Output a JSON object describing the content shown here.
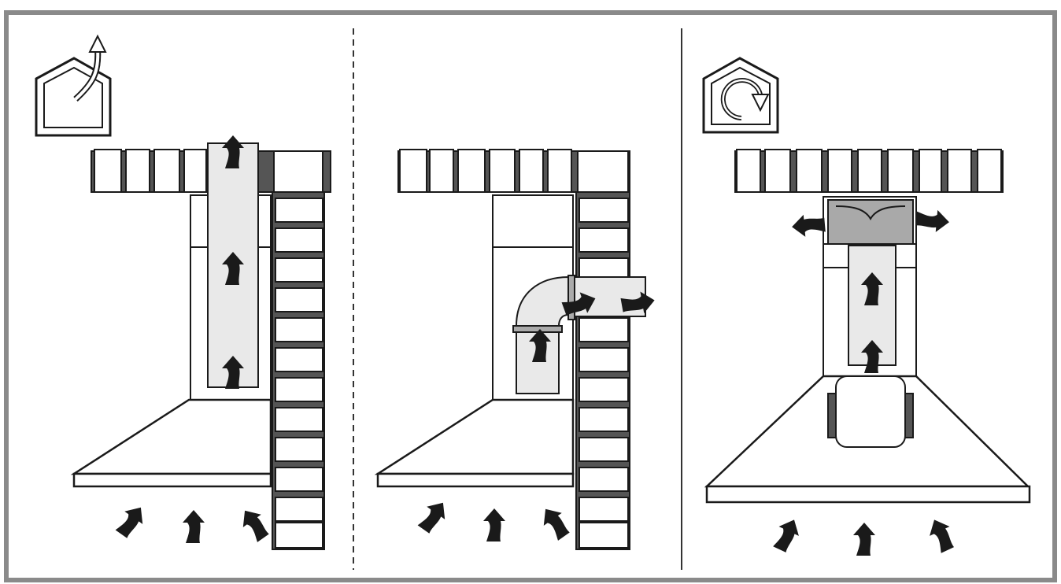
{
  "figure": {
    "panels": [
      {
        "id": "duct-vertical",
        "mode_icon": "extraction-house-icon"
      },
      {
        "id": "duct-horizontal",
        "mode_icon": null
      },
      {
        "id": "recirculation",
        "mode_icon": "recirculation-house-icon"
      }
    ],
    "colors": {
      "frame": "#8a8a8a",
      "line": "#1a1a1a",
      "duct_fill": "#e9e9e9",
      "filter_fill": "#a9a9a9",
      "mortar": "#555555"
    },
    "icons": [
      "extraction-house-icon",
      "recirculation-house-icon",
      "airflow-arrow-icon"
    ]
  }
}
